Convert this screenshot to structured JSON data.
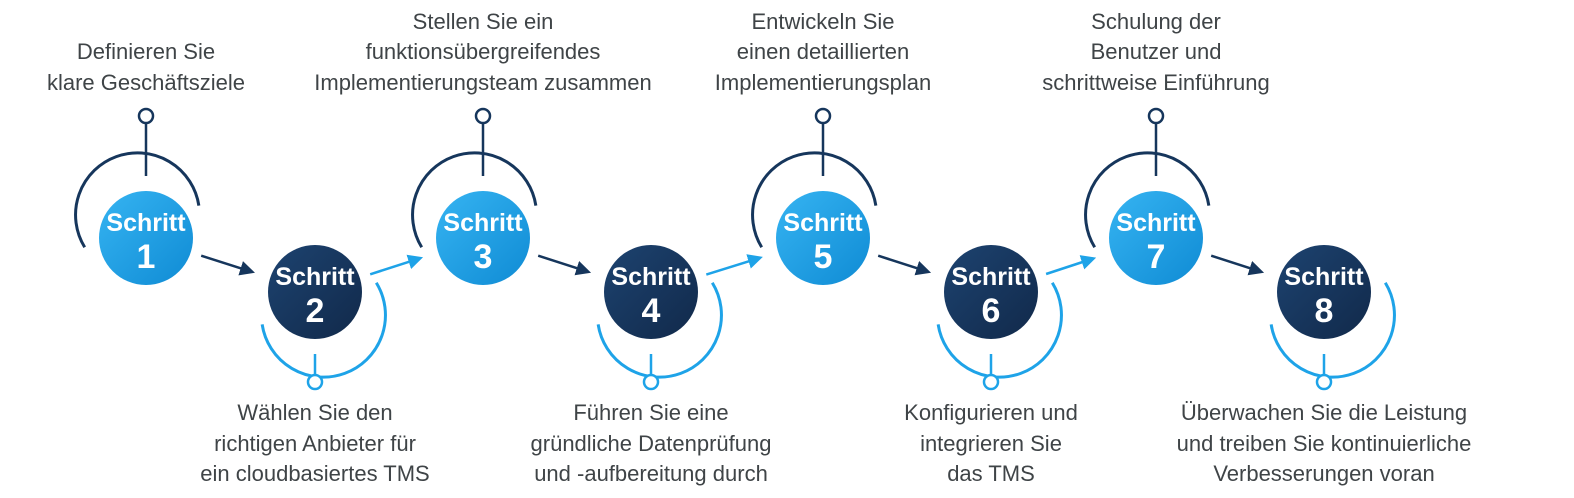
{
  "colors": {
    "light_blue": "#1ea3e8",
    "light_blue_ring": "#1ea3e8",
    "dark_navy": "#16365c",
    "navy_ring": "#16365c",
    "text": "#3f4447"
  },
  "steps": [
    {
      "title": "Schritt",
      "number": "1",
      "style": "light",
      "label_position": "top",
      "label_lines": [
        "Definieren Sie",
        "klare Geschäftsziele"
      ]
    },
    {
      "title": "Schritt",
      "number": "2",
      "style": "dark",
      "label_position": "bottom",
      "label_lines": [
        "Wählen Sie den",
        "richtigen Anbieter für",
        "ein cloudbasiertes TMS"
      ]
    },
    {
      "title": "Schritt",
      "number": "3",
      "style": "light",
      "label_position": "top",
      "label_lines": [
        "Stellen Sie ein",
        "funktionsübergreifendes",
        "Implementierungsteam zusammen"
      ]
    },
    {
      "title": "Schritt",
      "number": "4",
      "style": "dark",
      "label_position": "bottom",
      "label_lines": [
        "Führen Sie eine",
        "gründliche Datenprüfung",
        "und -aufbereitung durch"
      ]
    },
    {
      "title": "Schritt",
      "number": "5",
      "style": "light",
      "label_position": "top",
      "label_lines": [
        "Entwickeln Sie",
        "einen detaillierten",
        "Implementierungsplan"
      ]
    },
    {
      "title": "Schritt",
      "number": "6",
      "style": "dark",
      "label_position": "bottom",
      "label_lines": [
        "Konfigurieren und",
        "integrieren Sie",
        "das TMS"
      ]
    },
    {
      "title": "Schritt",
      "number": "7",
      "style": "light",
      "label_position": "top",
      "label_lines": [
        "Schulung der",
        "Benutzer und",
        "schrittweise Einführung"
      ]
    },
    {
      "title": "Schritt",
      "number": "8",
      "style": "dark",
      "label_position": "bottom",
      "label_lines": [
        "Überwachen Sie die Leistung",
        "und treiben Sie kontinuierliche",
        "Verbesserungen voran"
      ]
    }
  ]
}
